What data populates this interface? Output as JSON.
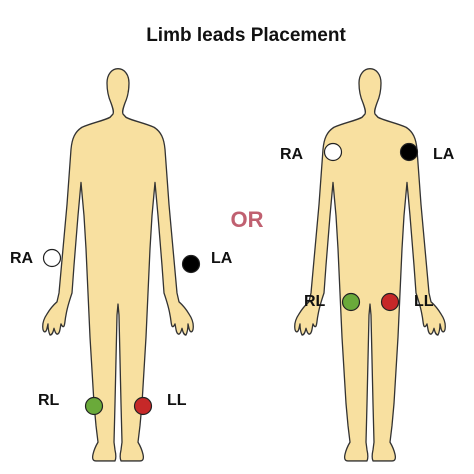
{
  "title": "Limb leads Placement",
  "separator": "OR",
  "colors": {
    "skin": "#f8e0a0",
    "outline": "#333333",
    "or_text": "#c06070",
    "white_electrode": "#ffffff",
    "black_electrode": "#000000",
    "green_electrode": "#6aaa3a",
    "red_electrode": "#c62828"
  },
  "figures": [
    {
      "placement": "limbs",
      "electrodes": [
        {
          "label": "RA",
          "color": "white"
        },
        {
          "label": "LA",
          "color": "black"
        },
        {
          "label": "RL",
          "color": "green"
        },
        {
          "label": "LL",
          "color": "red"
        }
      ]
    },
    {
      "placement": "torso",
      "electrodes": [
        {
          "label": "RA",
          "color": "white"
        },
        {
          "label": "LA",
          "color": "black"
        },
        {
          "label": "RL",
          "color": "green"
        },
        {
          "label": "LL",
          "color": "red"
        }
      ]
    }
  ]
}
